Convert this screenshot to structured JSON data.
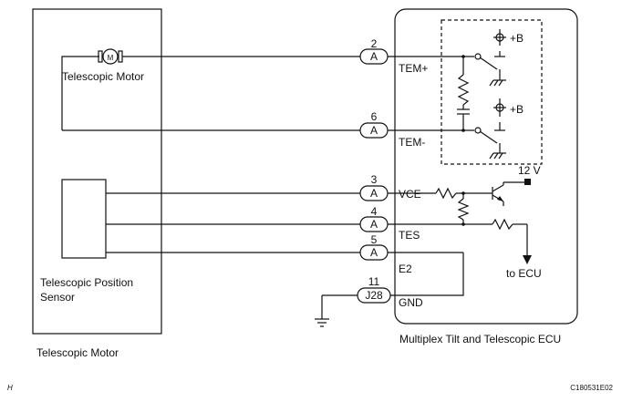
{
  "diagram": {
    "left_component": {
      "motor_label": "Telescopic Motor",
      "motor_symbol": "M",
      "sensor_label_line1": "Telescopic Position",
      "sensor_label_line2": "Sensor",
      "caption": "Telescopic Motor"
    },
    "ecu": {
      "caption": "Multiplex Tilt and Telescopic ECU",
      "supply_plus_b_1": "+B",
      "supply_plus_b_2": "+B",
      "voltage": "12 V",
      "to_ecu": "to ECU"
    },
    "connections": [
      {
        "pin": "2",
        "connector": "A",
        "signal": "TEM+"
      },
      {
        "pin": "6",
        "connector": "A",
        "signal": "TEM-"
      },
      {
        "pin": "3",
        "connector": "A",
        "signal": "VCE"
      },
      {
        "pin": "4",
        "connector": "A",
        "signal": "TES"
      },
      {
        "pin": "5",
        "connector": "A",
        "signal": "E2"
      },
      {
        "pin": "11",
        "connector": "J28",
        "signal": "GND"
      }
    ],
    "corner_left": "H",
    "corner_right": "C180531E02"
  }
}
